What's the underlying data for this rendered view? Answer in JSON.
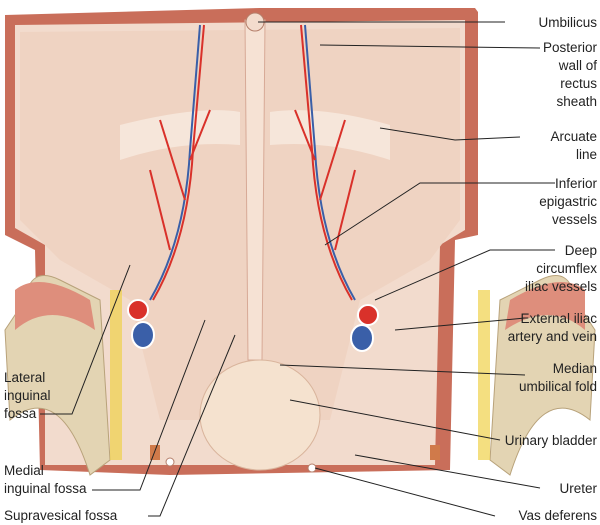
{
  "labels": {
    "umbilicus": "Umbilicus",
    "posterior_wall": [
      "Posterior",
      "wall of",
      "rectus",
      "sheath"
    ],
    "arcuate_line": [
      "Arcuate",
      "line"
    ],
    "inferior_epigastric": [
      "Inferior",
      "epigastric",
      "vessels"
    ],
    "deep_circumflex": [
      "Deep",
      "circumflex",
      "iliac vessels"
    ],
    "external_iliac": [
      "External iliac",
      "artery and vein"
    ],
    "median_umbilical_fold": [
      "Median",
      "umbilical fold"
    ],
    "urinary_bladder": "Urinary bladder",
    "ureter": "Ureter",
    "vas_deferens": "Vas deferens",
    "lateral_inguinal_fossa": [
      "Lateral",
      "inguinal",
      "fossa"
    ],
    "medial_inguinal_fossa": [
      "Medial",
      "inguinal fossa"
    ],
    "supravesical_fossa": "Supravesical fossa"
  },
  "colors": {
    "wall": "#eccbb8",
    "muscle": "#c96e5a",
    "artery": "#d9312a",
    "vein": "#3a5fa8",
    "bone": "#e8dcc0",
    "fat": "#f0d24a"
  }
}
